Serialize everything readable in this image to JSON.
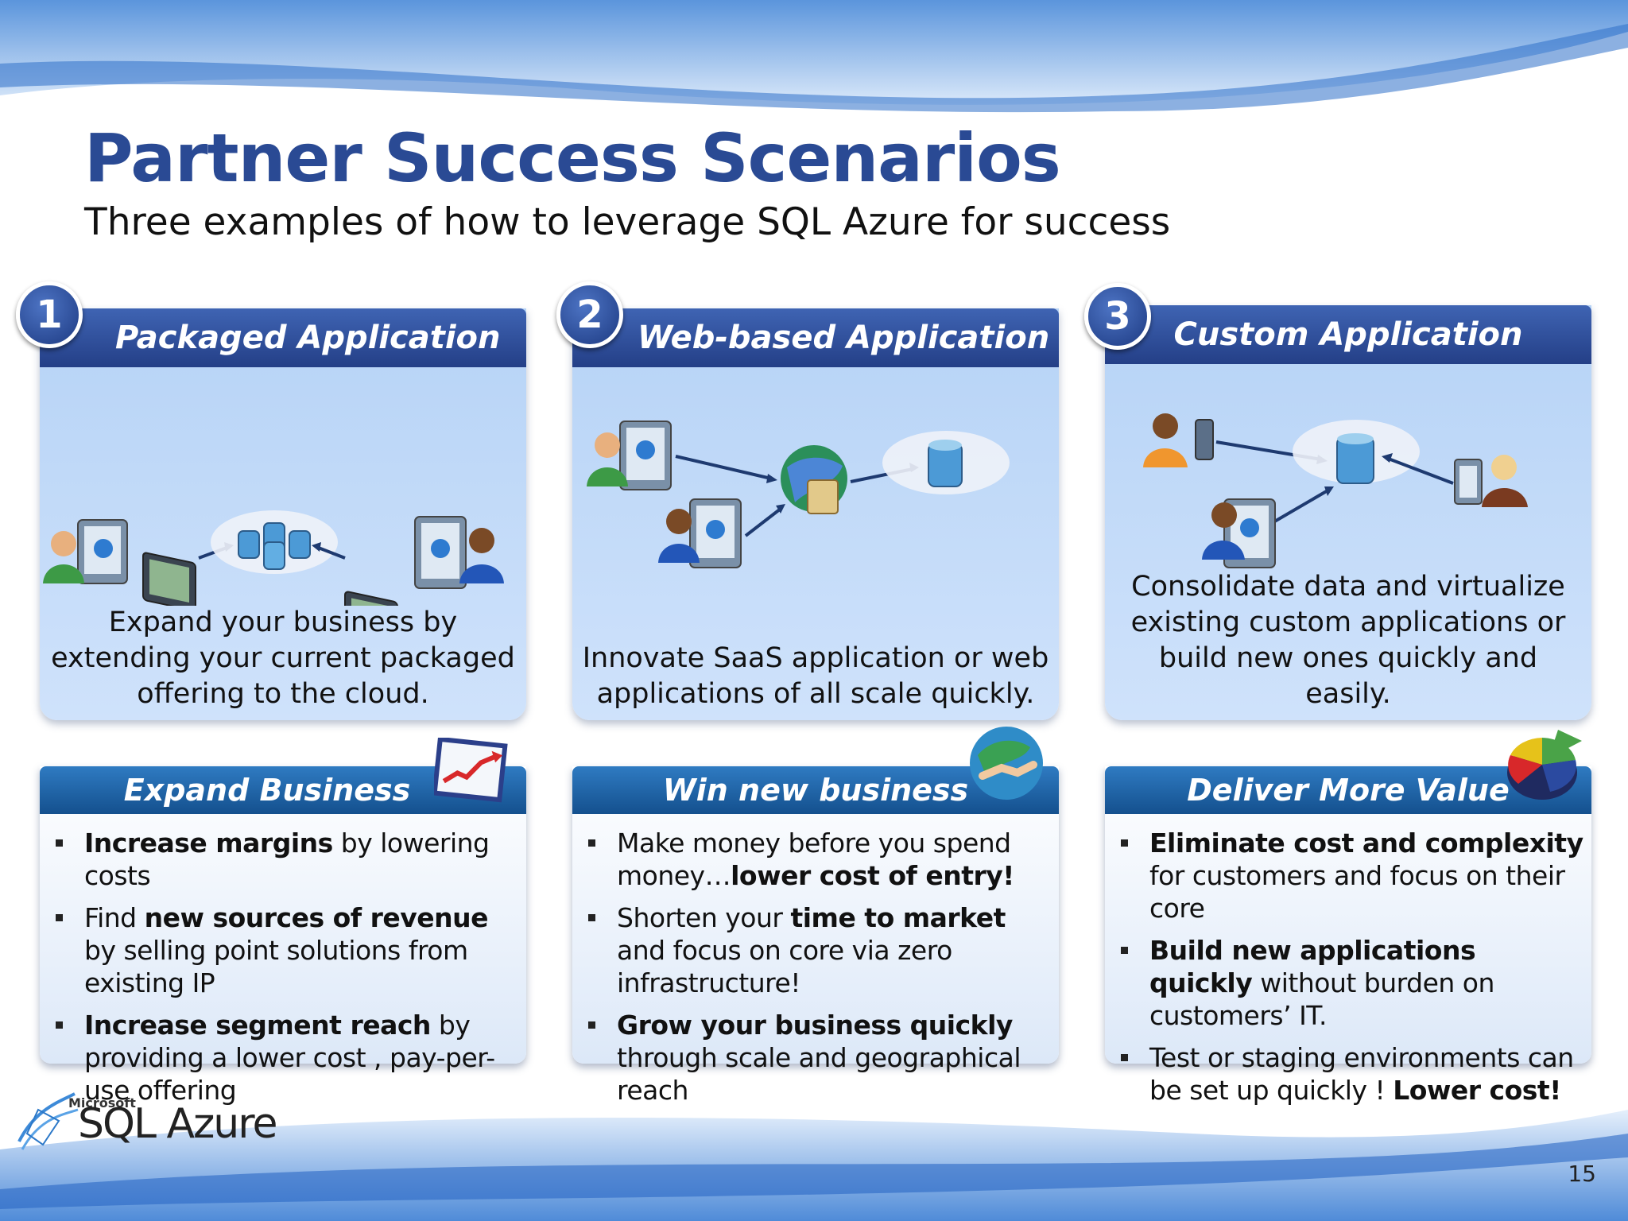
{
  "slide": {
    "title": "Partner Success Scenarios",
    "subtitle": "Three examples of how to leverage SQL Azure for success",
    "page_number": "15"
  },
  "scenarios": [
    {
      "number": "1",
      "heading": "Packaged Application",
      "description": "Expand your business by extending your current packaged offering to the cloud."
    },
    {
      "number": "2",
      "heading": "Web-based Application",
      "description": "Innovate SaaS application or web applications of all scale quickly."
    },
    {
      "number": "3",
      "heading": "Custom Application",
      "description": "Consolidate data and virtualize existing custom applications or build new ones quickly and easily."
    }
  ],
  "benefits": [
    {
      "heading": "Expand Business",
      "icon": "growth-chart-icon",
      "bullets": [
        [
          "Increase margins",
          "  by lowering costs",
          "",
          ""
        ],
        [
          "",
          "Find ",
          "new sources of revenue",
          " by selling point solutions from existing IP"
        ],
        [
          "Increase segment reach",
          " by providing a lower cost , pay-per-use offering",
          "",
          ""
        ]
      ]
    },
    {
      "heading": "Win new business",
      "icon": "globe-handshake-icon",
      "bullets": [
        [
          "",
          "Make money before you spend money…",
          "lower cost of entry!",
          ""
        ],
        [
          "",
          "Shorten your ",
          "time to market",
          " and focus on core via zero  infrastructure!"
        ],
        [
          "Grow your business quickly",
          " through scale and geographical reach",
          "",
          ""
        ]
      ]
    },
    {
      "heading": "Deliver More Value",
      "icon": "pie-chart-icon",
      "bullets": [
        [
          "Eliminate cost and complexity",
          " for customers and  focus on their core",
          "",
          ""
        ],
        [
          "Build new applications quickly",
          " without burden on customers’ IT.",
          "",
          ""
        ],
        [
          "",
          "Test or staging environments can be set up quickly !   ",
          "Lower cost!",
          ""
        ]
      ]
    }
  ],
  "logo": {
    "company": "Microsoft",
    "product": "SQL Azure"
  },
  "colors": {
    "title": "#2a4a94",
    "card_header": "#2e4f9c",
    "card_body": "#c4dbf8",
    "benefit_header": "#1e62a8"
  }
}
